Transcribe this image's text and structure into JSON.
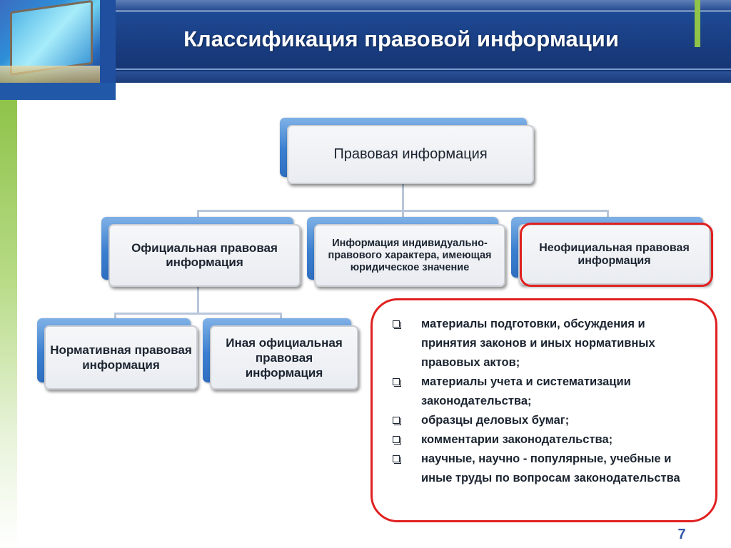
{
  "slide": {
    "title": "Классификация правовой информации",
    "page_number": "7"
  },
  "diagram": {
    "root": "Правовая информация",
    "level1": [
      "Официальная правовая информация",
      "Информация индивидуально-правового характера, имеющая юридическое значение",
      "Неофициальная правовая информация"
    ],
    "level2": [
      "Нормативная правовая информация",
      "Иная официальная правовая информация"
    ],
    "unofficial_items": [
      "материалы подготовки, обсуждения и принятия законов и иных нормативных правовых актов;",
      "материалы учета и систематизации законодательства;",
      "образцы деловых бумаг;",
      "комментарии законодательства;",
      "научные, научно - популярные, учебные и иные труды по вопросам законодательства"
    ]
  },
  "colors": {
    "header_blue": "#1a3f84",
    "accent_green": "#8fc34a",
    "highlight_red": "#e02020",
    "node_back_blue": "#3b7fd0"
  }
}
